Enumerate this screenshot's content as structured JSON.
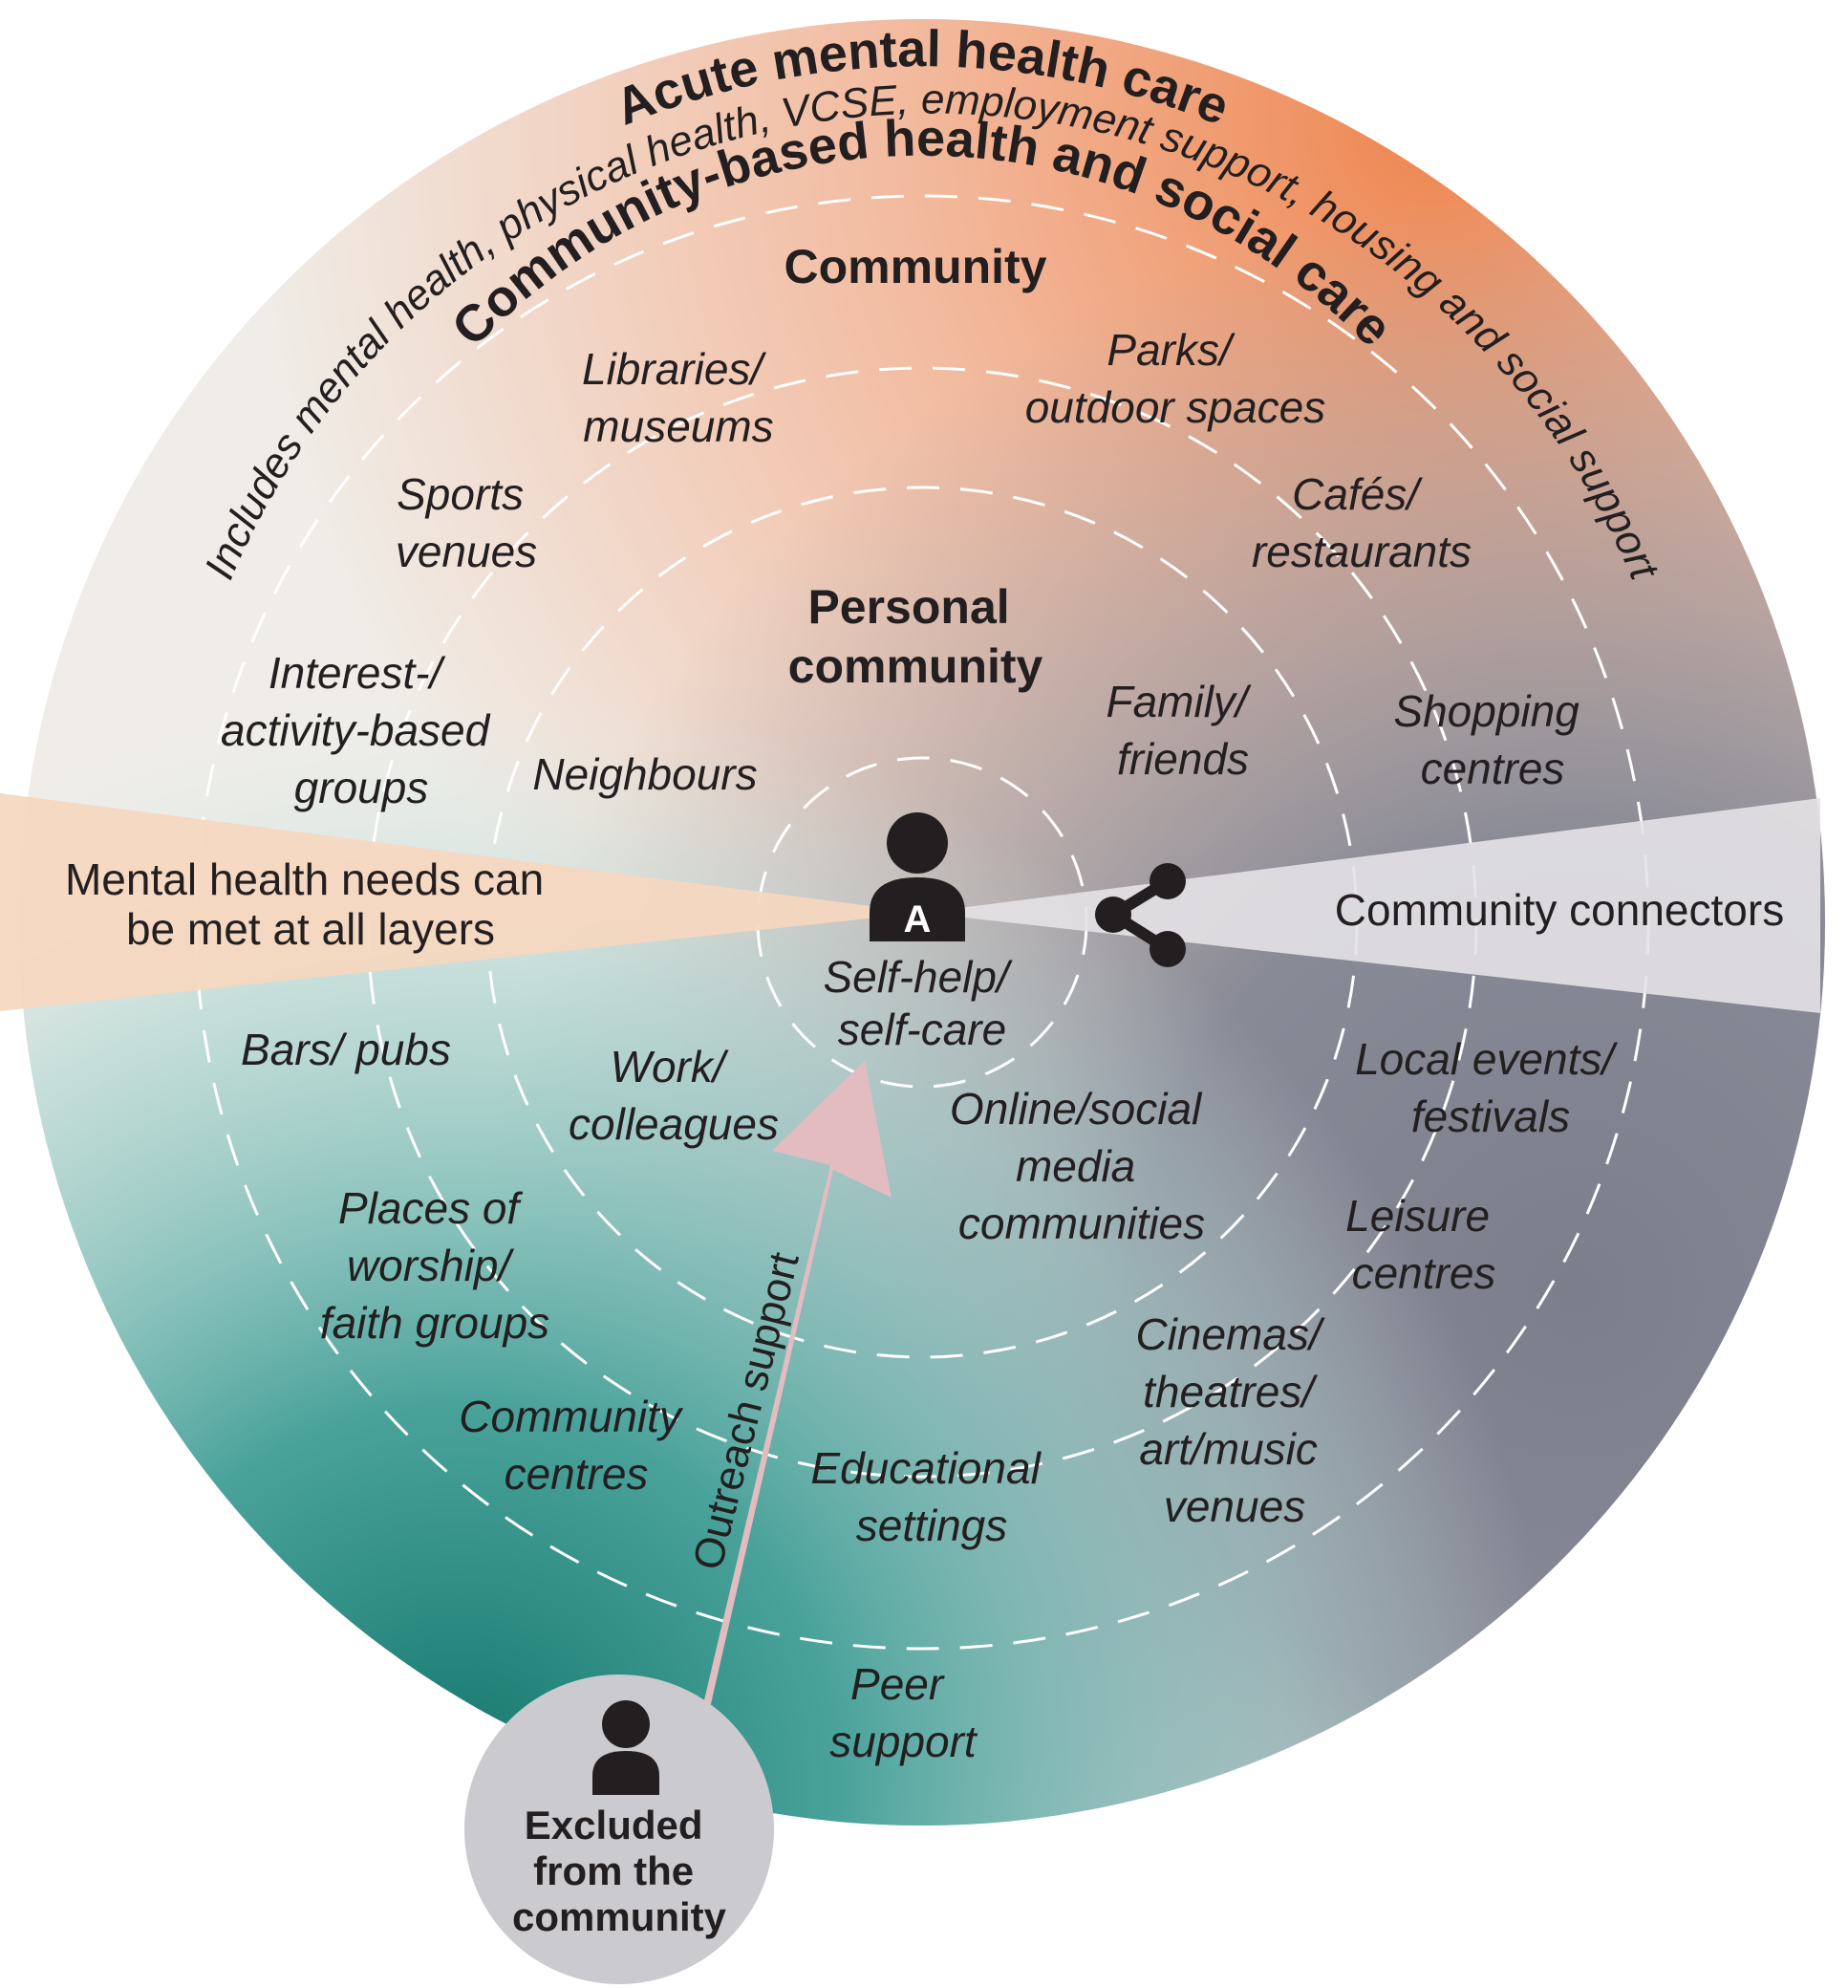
{
  "layers": {
    "acute": "Acute mental health care",
    "community_based": "Community-based health and social care",
    "community_based_desc": "Includes mental health, physical health, VCSE, employment support, housing and social support",
    "community": "Community",
    "personal": [
      "Personal",
      "community"
    ]
  },
  "center": {
    "person_letter": "A",
    "self_help": [
      "Self-help/",
      "self-care"
    ]
  },
  "community_places": {
    "libraries": [
      "Libraries/",
      "museums"
    ],
    "parks": [
      "Parks/",
      "outdoor spaces"
    ],
    "sports": [
      "Sports",
      "venues"
    ],
    "cafes": [
      "Cafés/",
      "restaurants"
    ],
    "interest_groups": [
      "Interest-/",
      "activity-based",
      "groups"
    ],
    "shopping": [
      "Shopping",
      "centres"
    ],
    "bars": [
      "Bars/ pubs"
    ],
    "local_events": [
      "Local events/",
      "festivals"
    ],
    "worship": [
      "Places of",
      "worship/",
      "faith groups"
    ],
    "leisure": [
      "Leisure",
      "centres"
    ],
    "community_centres": [
      "Community",
      "centres"
    ],
    "educational": [
      "Educational",
      "settings"
    ],
    "cinemas": [
      "Cinemas/",
      "theatres/",
      "art/music",
      "venues"
    ],
    "peer_support": [
      "Peer",
      "support"
    ]
  },
  "personal_places": {
    "neighbours": [
      "Neighbours"
    ],
    "family": [
      "Family/",
      "friends"
    ],
    "work": [
      "Work/",
      "colleagues"
    ],
    "online": [
      "Online/social",
      "media",
      "communities"
    ]
  },
  "bands": {
    "mental_health_needs": [
      "Mental health needs can",
      "be met at all layers"
    ],
    "connectors": "Community connectors"
  },
  "outreach": {
    "label": "Outreach support",
    "excluded": [
      "Excluded",
      "from the",
      "community"
    ]
  },
  "colors": {
    "orange": "#ee8a55",
    "teal": "#1f8a80",
    "slate": "#858794",
    "arrow_pink": "#e3bcc2",
    "icon_dark": "#231f20"
  }
}
